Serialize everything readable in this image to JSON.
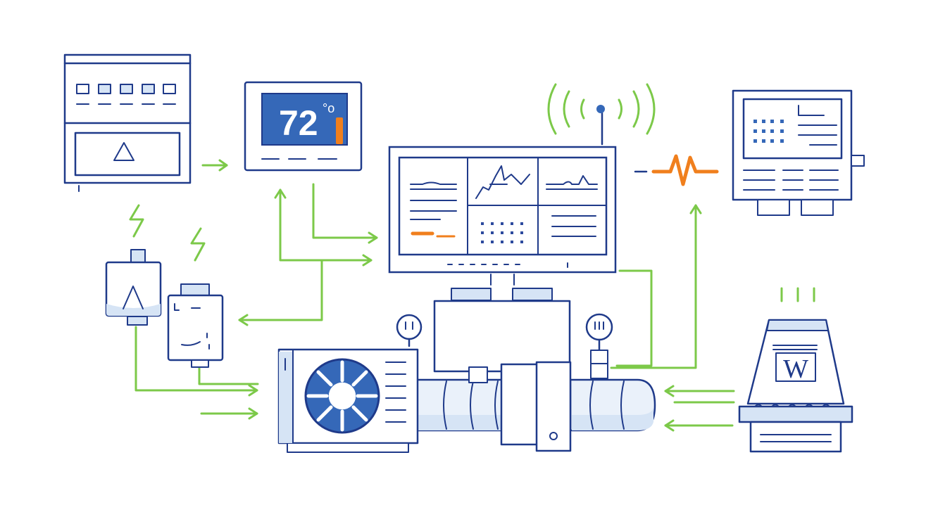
{
  "colors": {
    "navy": "#1f3a8a",
    "line_blue": "#2c4a9e",
    "screen_blue": "#3568b8",
    "light_blue": "#d6e4f5",
    "pale_blue": "#eaf1fa",
    "green": "#7cc949",
    "orange": "#f07f1d",
    "background": "#ffffff"
  },
  "thermostat": {
    "temperature": "72",
    "degree_mark": "°o"
  },
  "nameplate": {
    "letter": "W"
  },
  "icons": [
    "control-panel-icon",
    "thermostat-icon",
    "monitor-dashboard-icon",
    "wifi-antenna-icon",
    "heartbeat-signal-icon",
    "display-panel-icon",
    "breaker-module-icon",
    "relay-module-icon",
    "outdoor-ac-unit-icon",
    "fan-icon",
    "pressure-gauge-icon",
    "refrigerant-pipe-icon",
    "furnace-unit-icon",
    "power-lightning-icon",
    "flow-arrow-icon"
  ]
}
